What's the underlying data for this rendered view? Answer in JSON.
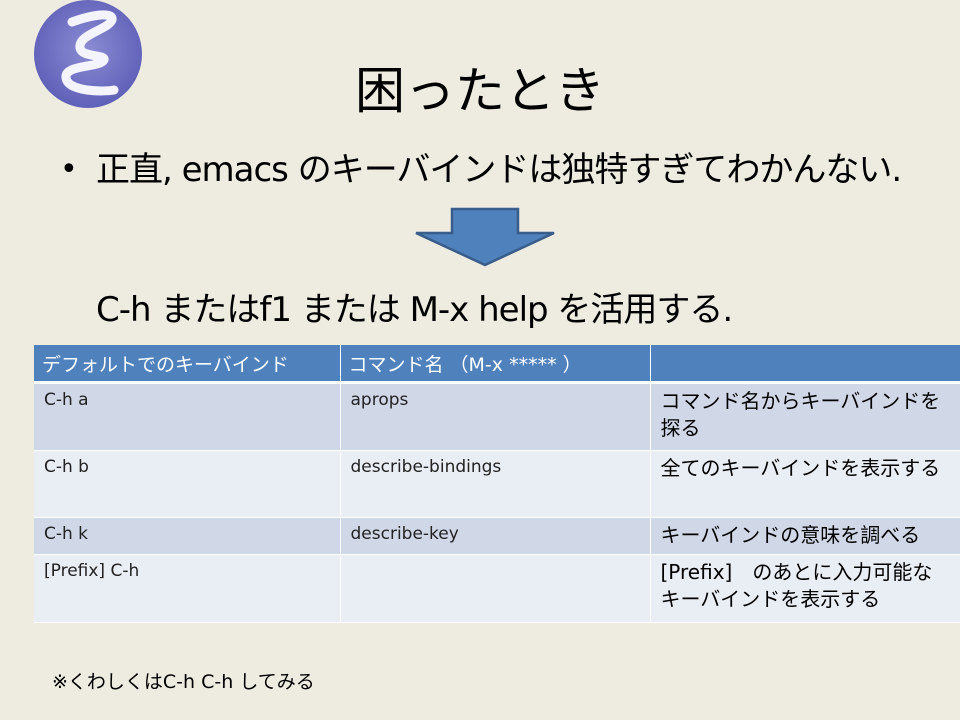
{
  "slide": {
    "title": "困ったとき",
    "logo_icon": "emacs-logo-icon",
    "bullet": {
      "marker": "•",
      "text": "正直, emacs のキーバインドは独特すぎてわかんない."
    },
    "arrow_icon": "down-arrow-icon",
    "help_line": "C-h またはf1 または M-x help を活用する.",
    "table": {
      "headers": [
        "デフォルトでのキーバインド",
        "コマンド名 （M-x *****  ）",
        ""
      ],
      "rows": [
        {
          "key": "C-h a",
          "command": "aprops",
          "description": "コマンド名からキーバインドを探る"
        },
        {
          "key": "C-h b",
          "command": "describe-bindings",
          "description": "全てのキーバインドを表示する"
        },
        {
          "key": "C-h k",
          "command": "describe-key",
          "description": "キーバインドの意味を調べる"
        },
        {
          "key": "[Prefix] C-h",
          "command": "",
          "description": "[Prefix]　のあとに入力可能なキーバインドを表示する"
        }
      ]
    },
    "footnote": "※くわしくはC-h C-h してみる",
    "colors": {
      "background": "#eeece1",
      "header_fill": "#4f81bd",
      "row_odd": "#d0d8e8",
      "row_even": "#e9edf4",
      "logo_purple": "#6a6bc0"
    }
  }
}
